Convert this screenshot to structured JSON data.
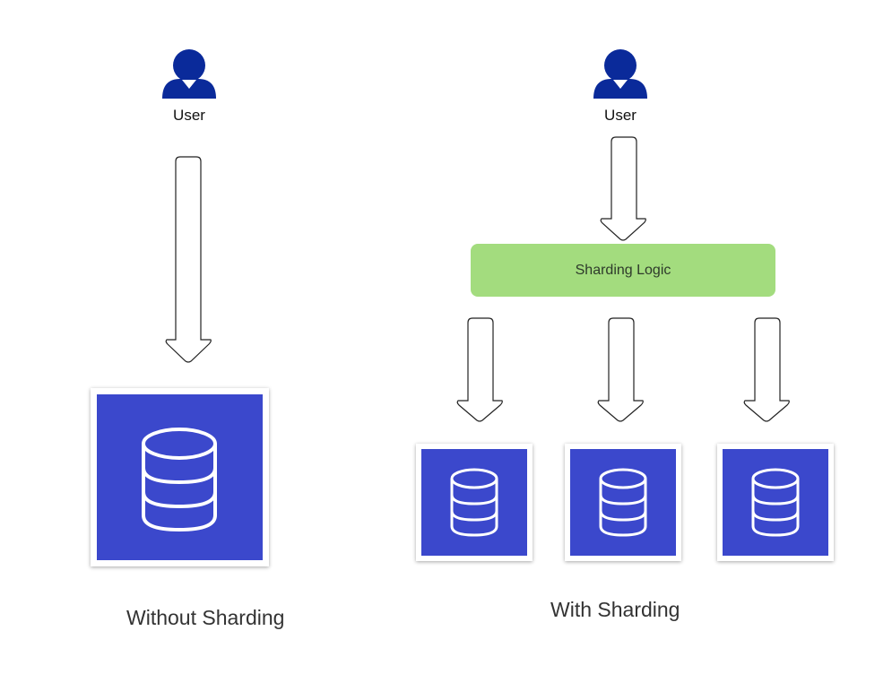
{
  "left_panel": {
    "user_label": "User",
    "caption": "Without Sharding"
  },
  "right_panel": {
    "user_label": "User",
    "sharding_logic_label": "Sharding Logic",
    "caption": "With Sharding",
    "shard_count": 3
  },
  "colors": {
    "user_icon": "#0a2a9a",
    "database_fill": "#3b48cc",
    "logic_box": "#a3dc7e",
    "arrow_stroke": "#222222"
  }
}
